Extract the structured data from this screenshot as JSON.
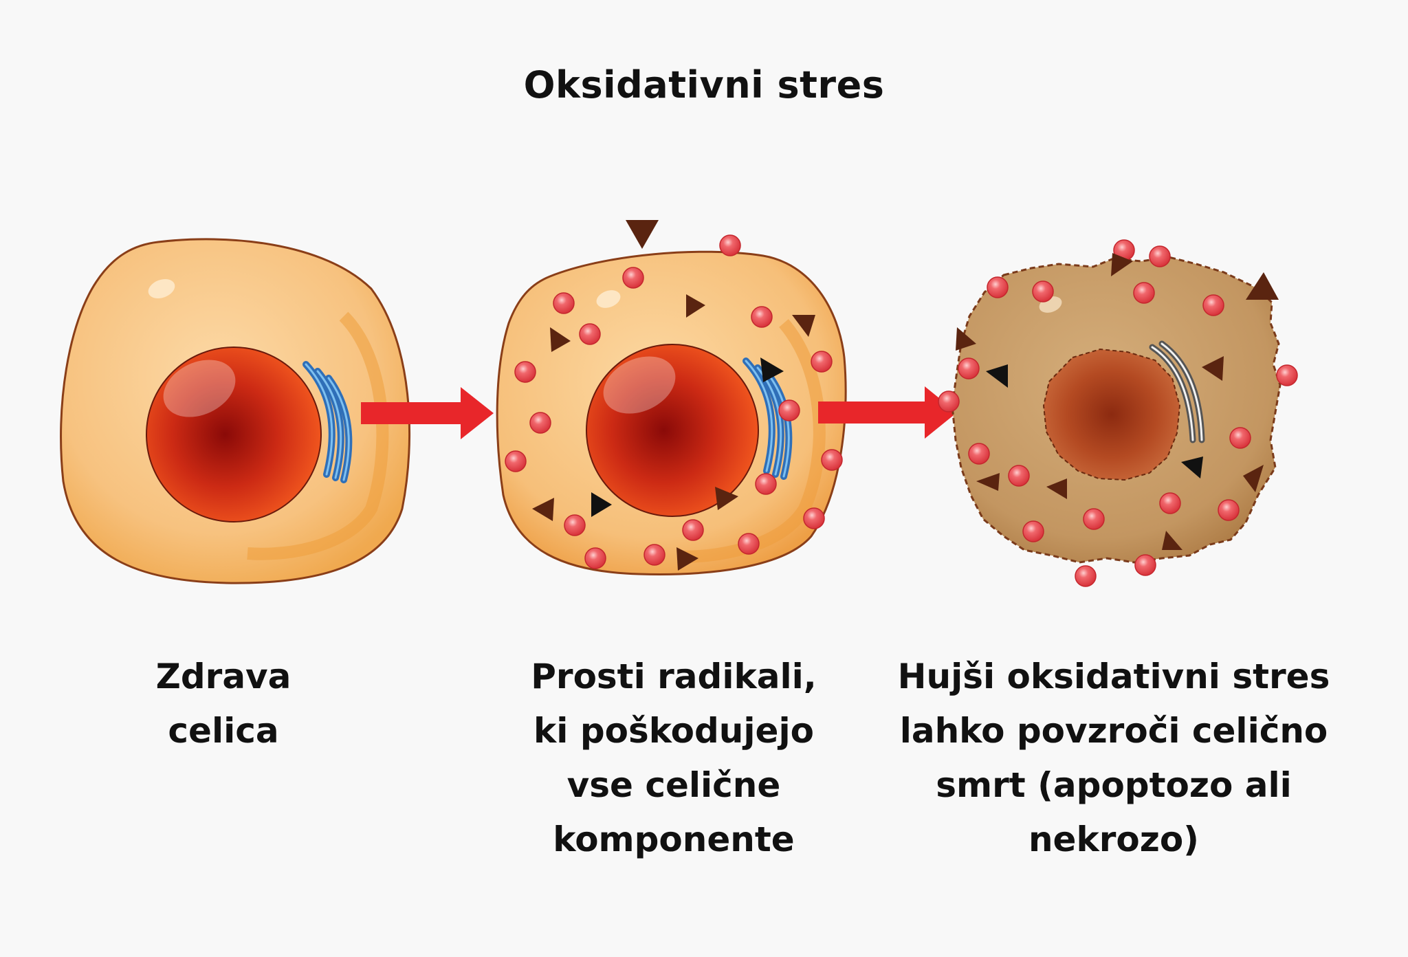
{
  "title": "Oksidativni stres",
  "stages": [
    {
      "lines": [
        "Zdrava",
        "celica"
      ]
    },
    {
      "lines": [
        "Prosti radikali,",
        "ki poškodujejo",
        "vse celične",
        "komponente"
      ]
    },
    {
      "lines": [
        "Hujši oksidativni stres",
        "lahko povzroči celično",
        "smrt (apoptozo ali",
        "nekrozo)"
      ]
    }
  ],
  "colors": {
    "healthy_cell": "#f9c98a",
    "damaged_cell": "#c59b66",
    "nucleus": "#d8401c",
    "golgi": "#3a8fd8",
    "arrow": "#e8262a",
    "radical": "#e8474f",
    "radical_marker": "#5a2410"
  },
  "icons": [
    "healthy-cell-icon",
    "damaged-cell-icon",
    "dying-cell-icon",
    "free-radical-icon",
    "arrow-right-icon"
  ]
}
